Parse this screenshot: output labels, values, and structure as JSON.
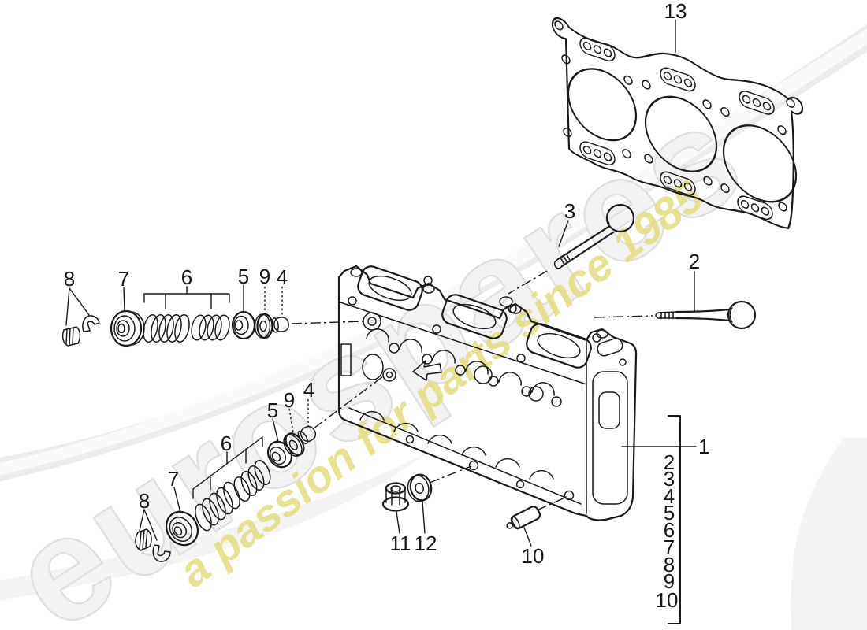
{
  "watermark": {
    "brand": "eurospares",
    "tagline": "a passion for parts since 1985"
  },
  "colors": {
    "line": "#1b1b1b",
    "tagline_yellow": "#e4dc7e",
    "brand_gray": "#dedede",
    "swoosh_gray": "#ececec"
  },
  "labels": {
    "n1": "1",
    "n2": "2",
    "n3": "3",
    "n4": "4",
    "n5": "5",
    "n6": "6",
    "n7": "7",
    "n8": "8",
    "n9": "9",
    "n10": "10",
    "n11": "11",
    "n12": "12",
    "n13": "13"
  },
  "parts_list": [
    "2",
    "3",
    "4",
    "5",
    "6",
    "7",
    "8",
    "9",
    "10"
  ]
}
